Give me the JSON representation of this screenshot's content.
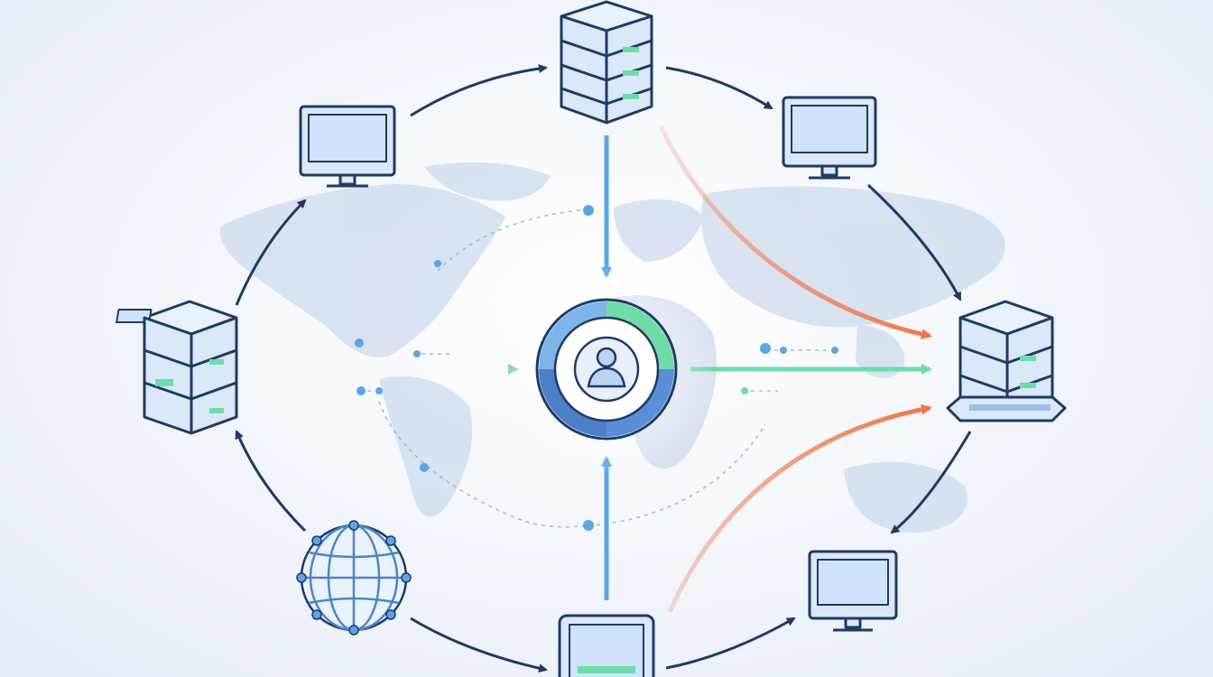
{
  "diagram": {
    "center_node": {
      "icon": "user-sync-icon"
    },
    "nodes": [
      {
        "id": "server-top",
        "icon": "server-icon"
      },
      {
        "id": "monitor-top-left",
        "icon": "monitor-icon"
      },
      {
        "id": "monitor-top-right",
        "icon": "monitor-icon"
      },
      {
        "id": "server-left",
        "icon": "server-icon"
      },
      {
        "id": "server-right",
        "icon": "server-icon"
      },
      {
        "id": "globe-bottom-left",
        "icon": "globe-network-icon"
      },
      {
        "id": "tablet-bottom",
        "icon": "tablet-icon"
      },
      {
        "id": "monitor-bottom-right",
        "icon": "monitor-icon"
      }
    ],
    "background": {
      "icon": "world-map-icon"
    },
    "colors": {
      "navy": "#1f3a66",
      "blue": "#5aa6e6",
      "green": "#6fdca6",
      "orange": "#f0784a",
      "device_fill": "#dbe8f8",
      "screen": "#cfe3fb",
      "map": "#c9d6e8"
    }
  }
}
